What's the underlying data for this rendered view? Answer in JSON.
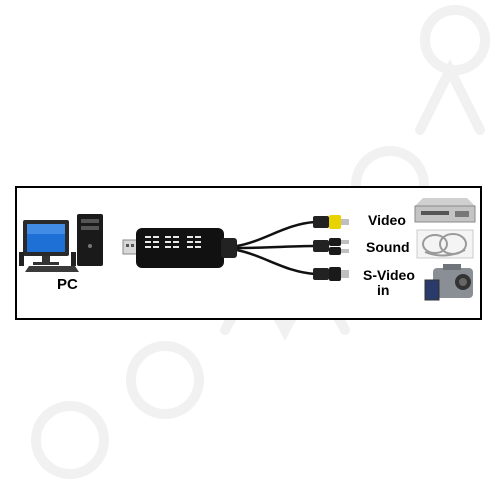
{
  "labels": {
    "pc": "PC",
    "video": "Video",
    "sound": "Sound",
    "svideo": "S-Video",
    "svideo_in": "in"
  },
  "watermark": "angooves",
  "colors": {
    "border": "#000000",
    "dongle": "#111111",
    "video_plug": "#e8d200",
    "audio_plug": "#1a1a1a",
    "monitor_screen": "#1e6fd6"
  },
  "icons": {
    "computer": "desktop-computer-icon",
    "usb_dongle": "usb-capture-device-icon",
    "vcr": "vcr-icon",
    "cable_coil": "av-cable-icon",
    "camcorder": "camcorder-icon"
  }
}
